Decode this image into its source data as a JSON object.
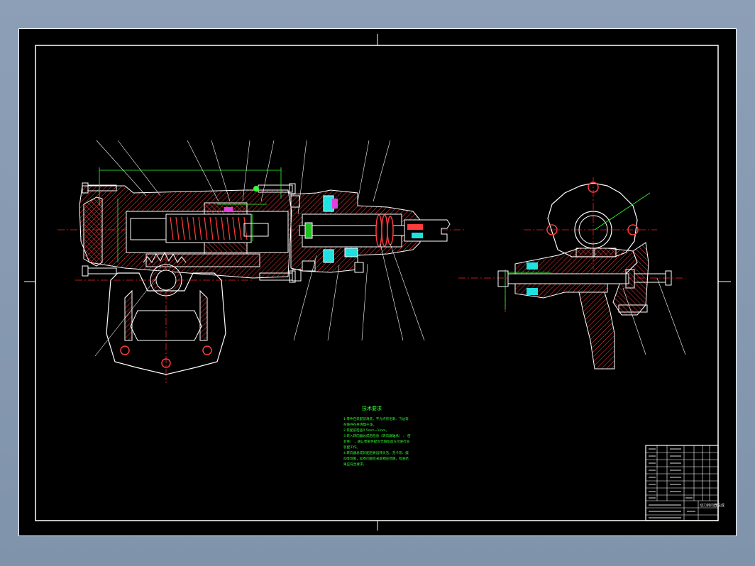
{
  "app": {
    "background_color": "#8a9bb0",
    "sheet_color": "#000000",
    "border_color": "#ffffff"
  },
  "drawing": {
    "colors": {
      "outline": "#ffffff",
      "hatch": "#ff3b3b",
      "center_line": "#ff2020",
      "dimension": "#33ff33",
      "fill_magenta": "#e040e0",
      "fill_cyan": "#20e0e0",
      "fill_green": "#20c020"
    }
  },
  "technical_requirements": {
    "title": "技术要求",
    "lines": [
      "1.零件在装配前清洗，不允许有毛刺、飞边等",
      "杂质存在并清理干净。",
      "2.装配前检查0.5mm~1mm。",
      "3.装入转向器总成后检验（转向器轴承） 、 密",
      "封件） ，确认零部件配合无缺陷后方可进行总",
      "装配工作。",
      "4.转向器总成装配后要运转灵活，无卡滞、摆",
      "动等现象，如有问题应采取相应措施，检查结",
      "果应符合要求。"
    ]
  },
  "title_block": {
    "drawing_name": "动力转向器总成"
  }
}
